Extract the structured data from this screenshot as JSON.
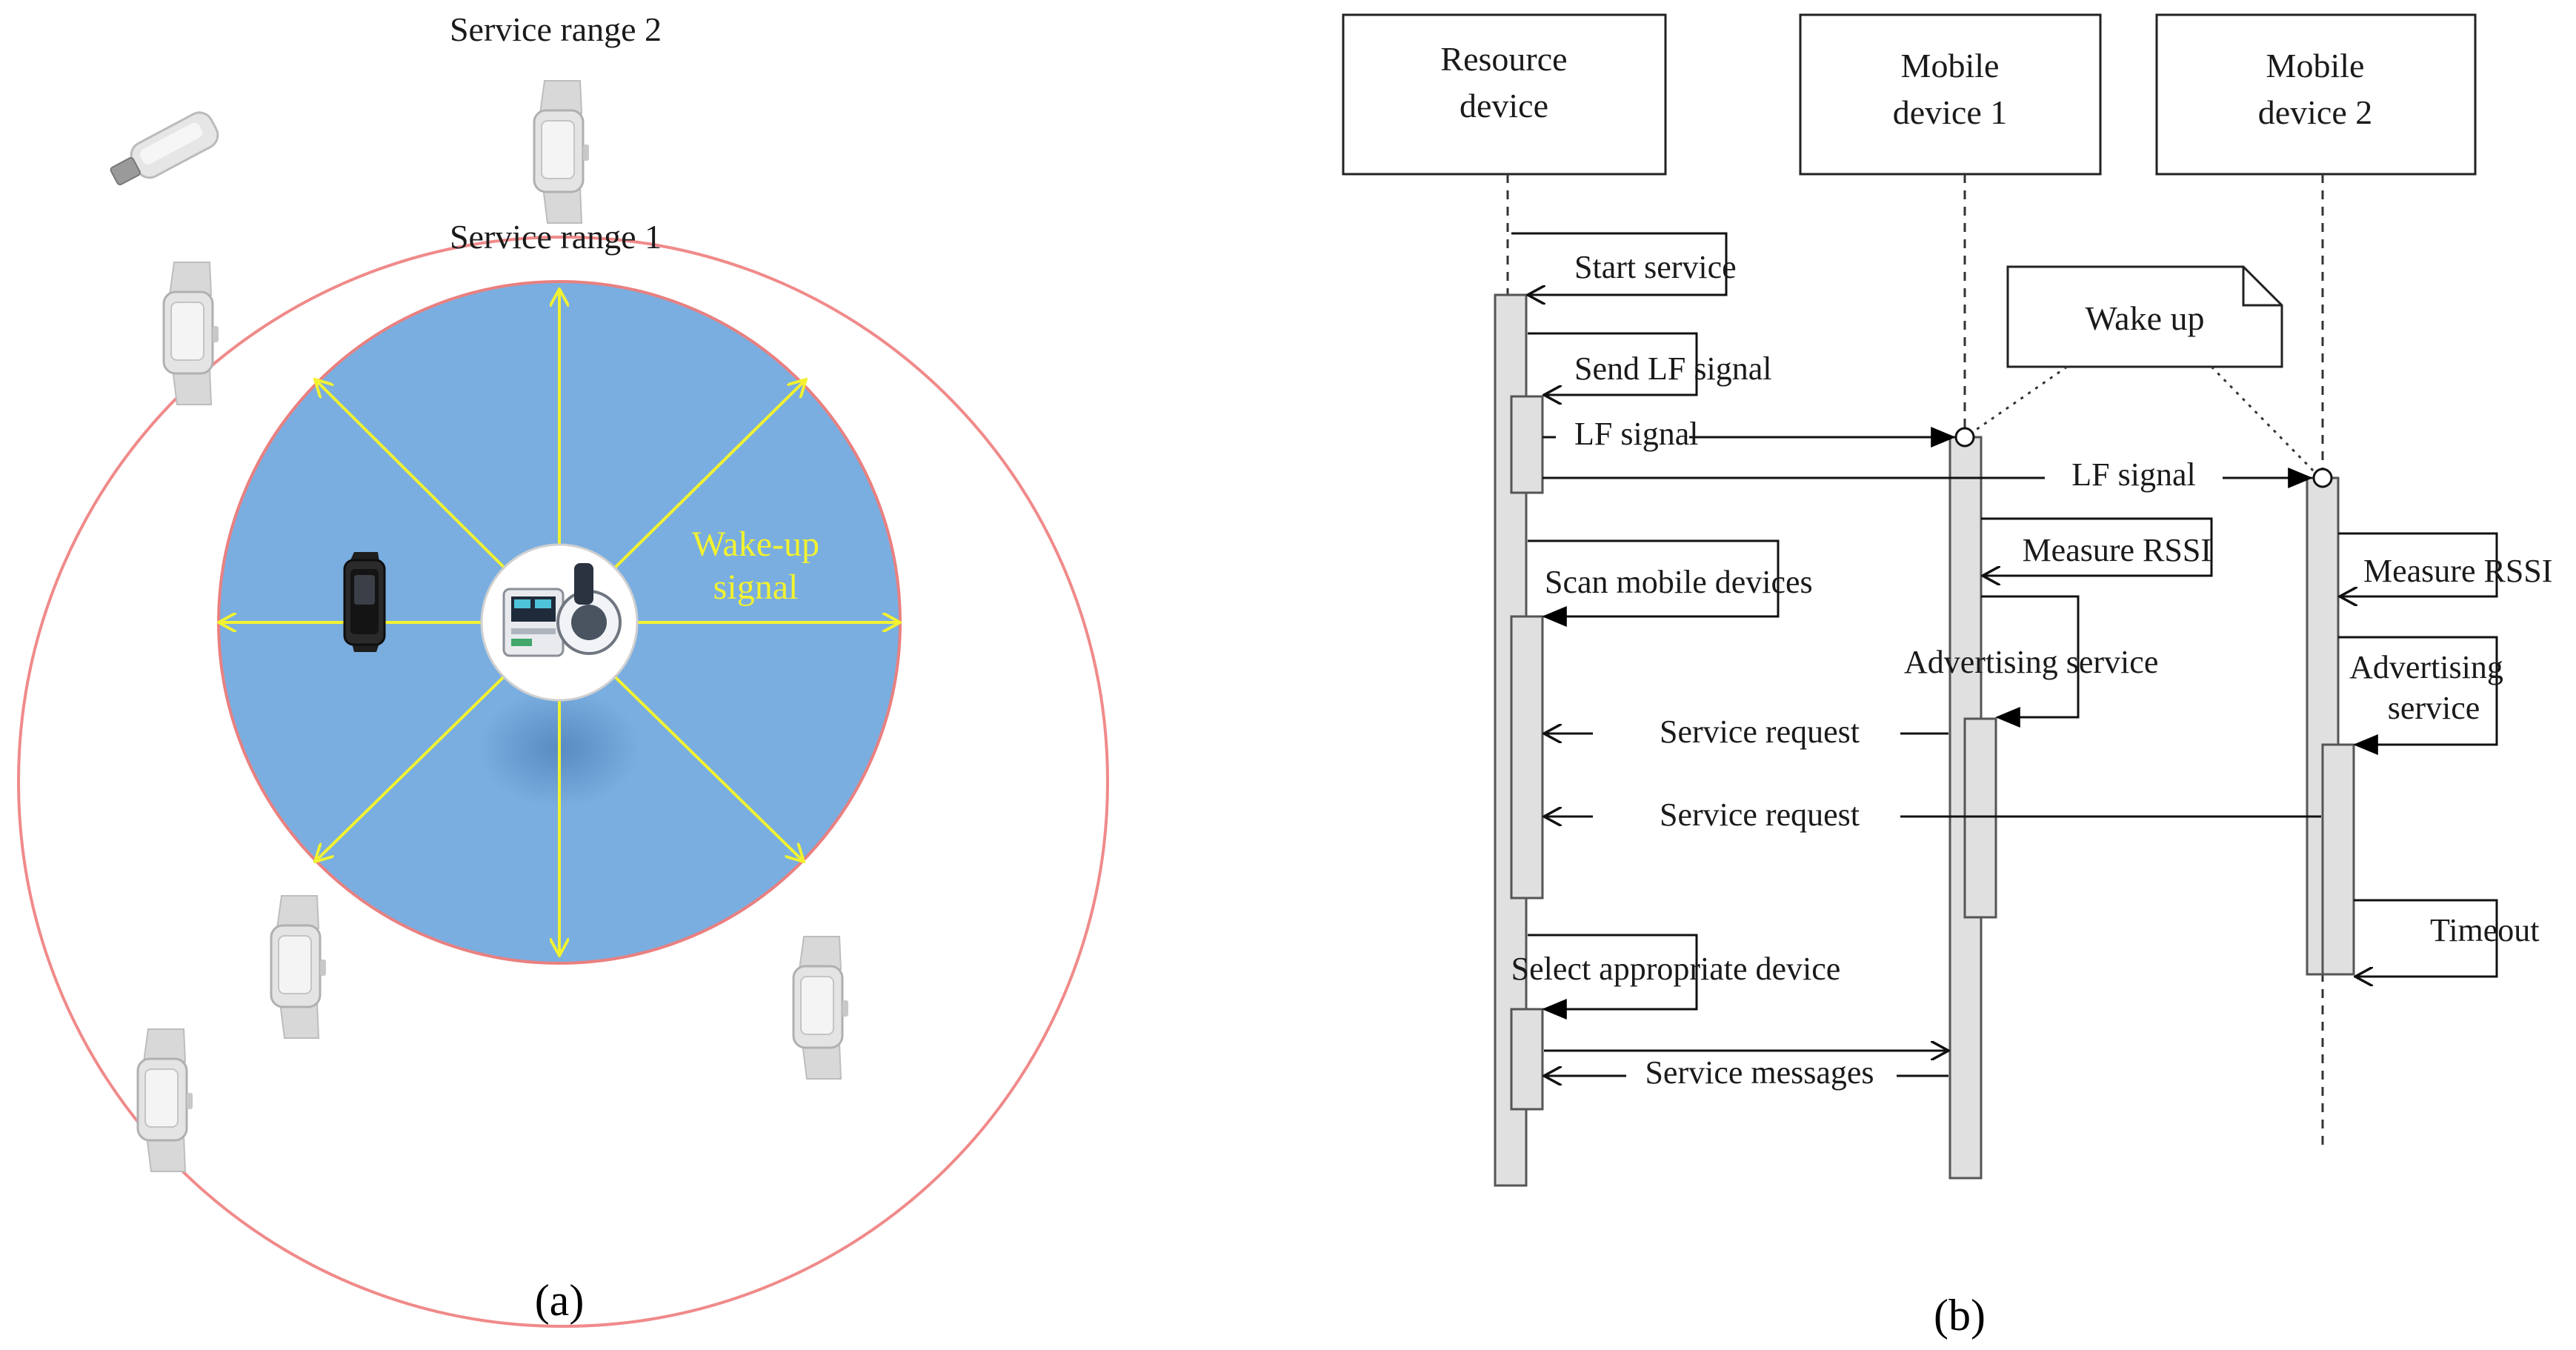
{
  "panel_a": {
    "caption": "(a)",
    "service_range_2": "Service range 2",
    "service_range_1": "Service range 1",
    "wakeup_line1": "Wake-up",
    "wakeup_line2": "signal",
    "colors": {
      "outer_ring": "#f08a8a",
      "inner_disc": "#7aaee0",
      "rays": "#f2f230",
      "wakeup_text": "#f2f230"
    },
    "icons": [
      "usb-dongle",
      "smartwatch-faded",
      "smartwatch-active",
      "blood-pressure-monitor"
    ]
  },
  "panel_b": {
    "caption": "(b)",
    "participants": {
      "resource_line1": "Resource",
      "resource_line2": "device",
      "mobile1_line1": "Mobile",
      "mobile1_line2": "device 1",
      "mobile2_line1": "Mobile",
      "mobile2_line2": "device 2"
    },
    "note": "Wake up",
    "messages": {
      "start_service": "Start service",
      "send_lf_signal": "Send LF signal",
      "lf_signal_1": "LF signal",
      "lf_signal_2": "LF signal",
      "measure_rssi_1": "Measure RSSI",
      "measure_rssi_2": "Measure RSSI",
      "scan_mobile_devices": "Scan mobile devices",
      "advertising_service_1": "Advertising service",
      "advertising_service_2_line1": "Advertising",
      "advertising_service_2_line2": "service",
      "service_request_1": "Service request",
      "service_request_2": "Service request",
      "timeout": "Timeout",
      "select_appropriate_device": "Select appropriate device",
      "service_messages": "Service messages"
    }
  }
}
